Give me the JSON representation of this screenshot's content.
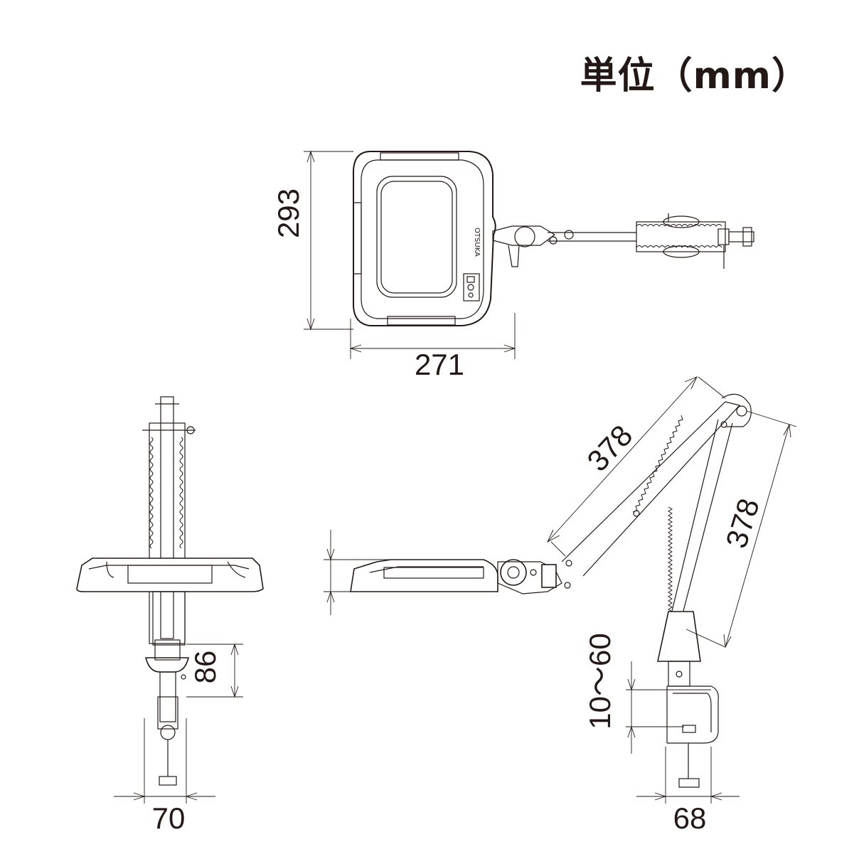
{
  "unit_label": "単位（mm）",
  "dimensions": {
    "top_height": "293",
    "top_width": "271",
    "arm_upper": "378",
    "arm_lower": "378",
    "clamp_range": "10～60",
    "front_clamp_height": "86",
    "front_base_width": "70",
    "side_base_width": "68"
  },
  "colors": {
    "line": "#231815",
    "background": "#ffffff"
  }
}
